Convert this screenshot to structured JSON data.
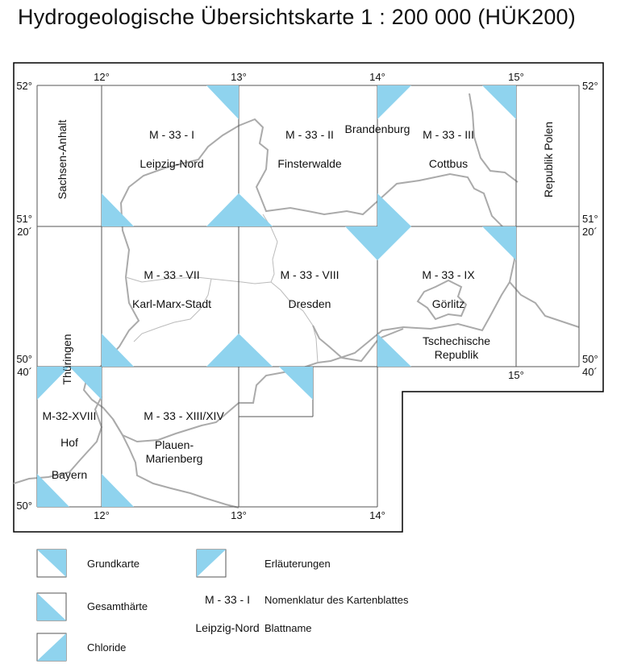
{
  "title": "Hydrogeologische Übersichtskarte 1 : 200 000 (HÜK200)",
  "colors": {
    "accent": "#8fd3ee",
    "border": "#555555",
    "frame": "#000000",
    "river": "#aaaaaa"
  },
  "axis": {
    "top": [
      "12°",
      "13°",
      "14°",
      "15°"
    ],
    "bottom": [
      "12°",
      "13°",
      "14°"
    ],
    "bottom_right": "15°",
    "left": [
      "52°",
      "51°",
      "20´",
      "50°",
      "40´",
      "50°"
    ],
    "right": [
      "52°",
      "51°",
      "20´",
      "50°",
      "40´"
    ]
  },
  "sheets": [
    {
      "code": "M - 33 - I",
      "name": "Leipzig-Nord"
    },
    {
      "code": "M - 33 - II",
      "name": "Finsterwalde"
    },
    {
      "code": "M - 33 - III",
      "name": "Cottbus"
    },
    {
      "code": "M - 33 - VII",
      "name": "Karl-Marx-Stadt"
    },
    {
      "code": "M - 33 - VIII",
      "name": "Dresden"
    },
    {
      "code": "M - 33 - IX",
      "name": "Görlitz"
    },
    {
      "code": "M-32-XVIII",
      "name": "Hof"
    },
    {
      "code": "M - 33 - XIII/XIV",
      "name": "Plauen-Marienberg"
    }
  ],
  "regions": {
    "sachsen_anhalt": "Sachsen-Anhalt",
    "polen": "Republik Polen",
    "brandenburg": "Brandenburg",
    "thueringen": "Thüringen",
    "bayern": "Bayern",
    "tschechien": "Tschechische Republik"
  },
  "legend": {
    "grundkarte": "Grundkarte",
    "erlaeuterungen": "Erläuterungen",
    "gesamthaerte": "Gesamthärte",
    "chloride": "Chloride",
    "example_code": "M - 33 - I",
    "example_code_desc": "Nomenklatur des Kartenblattes",
    "example_name": "Leipzig-Nord",
    "example_name_desc": "Blattname"
  }
}
